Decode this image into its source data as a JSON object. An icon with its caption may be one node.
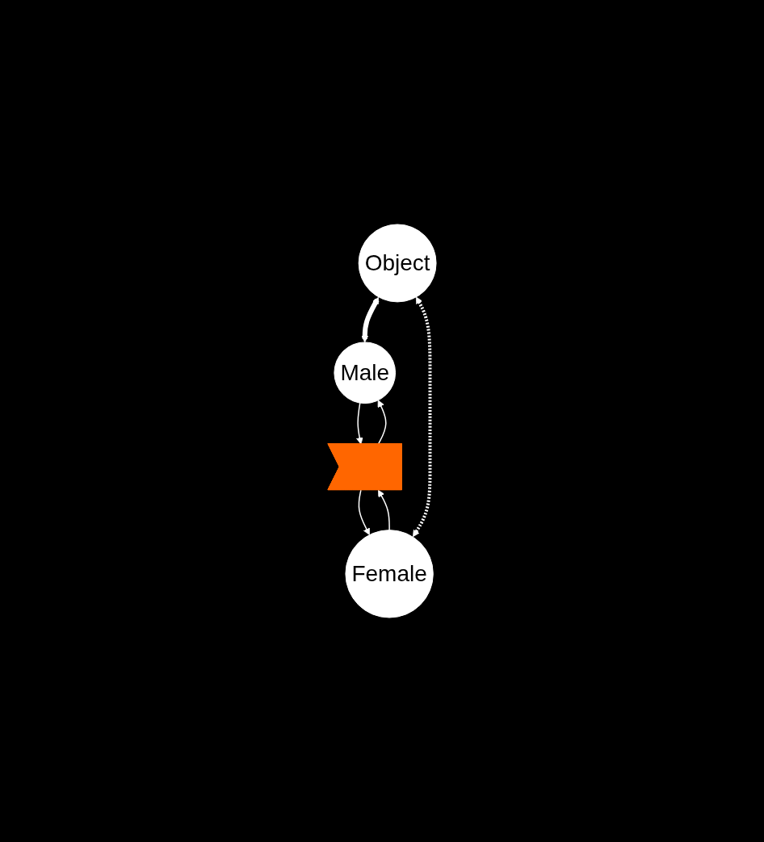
{
  "diagram": {
    "nodes": [
      {
        "text": [
          "Object"
        ]
      },
      {
        "text": [
          "Female"
        ]
      },
      {
        "text": [],
        "shape": "arrow"
      },
      {
        "text": [
          "Male"
        ]
      }
    ],
    "edges": [
      {
        "from": 1,
        "to": 0,
        "arrow": "both",
        "style": "dashed"
      },
      {
        "from": 0,
        "to": 3,
        "arrow": "both",
        "style": "thick"
      },
      {
        "from": 1,
        "to": 2,
        "arrow": "to"
      },
      {
        "from": 3,
        "to": 2,
        "arrow": "to"
      },
      {
        "from": 2,
        "to": 1,
        "arrow": "to"
      },
      {
        "from": 2,
        "to": 3,
        "arrow": "to"
      }
    ]
  }
}
